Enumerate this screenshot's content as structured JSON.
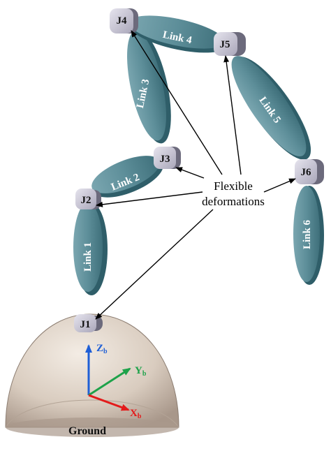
{
  "links": [
    {
      "id": "link-1",
      "label": "Link 1"
    },
    {
      "id": "link-2",
      "label": "Link 2"
    },
    {
      "id": "link-3",
      "label": "Link 3"
    },
    {
      "id": "link-4",
      "label": "Link 4"
    },
    {
      "id": "link-5",
      "label": "Link 5"
    },
    {
      "id": "link-6",
      "label": "Link 6"
    }
  ],
  "joints": [
    {
      "id": "j1",
      "label": "J1"
    },
    {
      "id": "j2",
      "label": "J2"
    },
    {
      "id": "j3",
      "label": "J3"
    },
    {
      "id": "j4",
      "label": "J4"
    },
    {
      "id": "j5",
      "label": "J5"
    },
    {
      "id": "j6",
      "label": "J6"
    }
  ],
  "callout": {
    "line1": "Flexible",
    "line2": "deformations"
  },
  "axes": {
    "z": {
      "letter": "Z",
      "subscript": "b",
      "color": "#1f5fd6"
    },
    "y": {
      "letter": "Y",
      "subscript": "b",
      "color": "#1ea24a"
    },
    "x": {
      "letter": "X",
      "subscript": "b",
      "color": "#e31b1b"
    }
  },
  "ground": {
    "label": "Ground"
  },
  "colors": {
    "link_face": "#5f8f9a",
    "link_side": "#2f5e69",
    "joint_face": "#c9c6d3",
    "joint_side": "#6c6a7c",
    "ground_fill": "#d8cbbd"
  }
}
